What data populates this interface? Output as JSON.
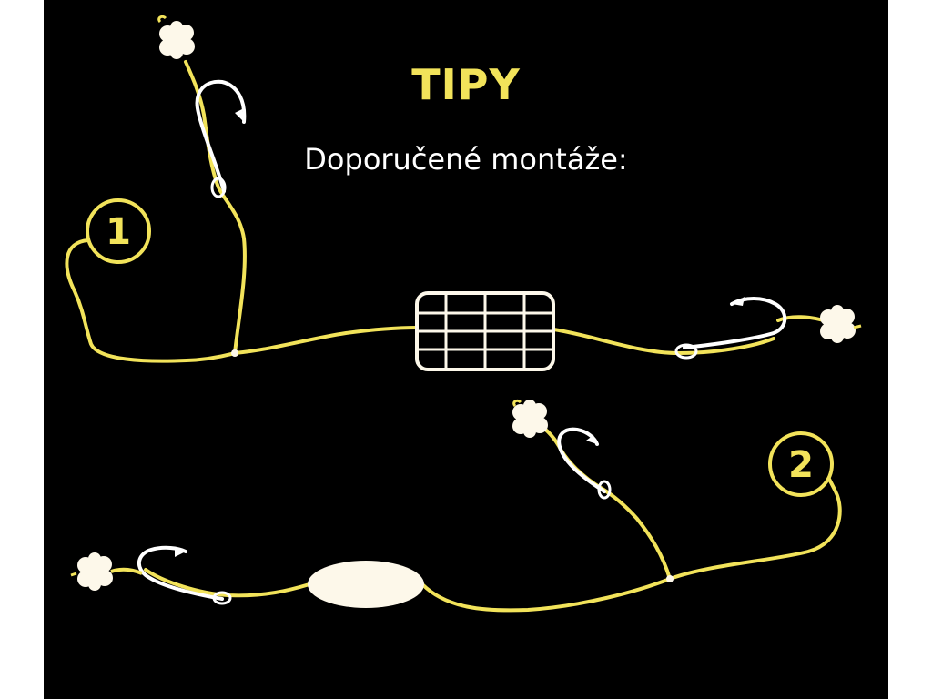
{
  "header": {
    "title": "TIPY",
    "subtitle": "Doporučené montáže:"
  },
  "rigs": [
    {
      "number": "1",
      "feeder": "cage-feeder-icon"
    },
    {
      "number": "2",
      "feeder": "oval-weight-icon"
    }
  ],
  "colors": {
    "background": "#000000",
    "line": "#f2e35a",
    "accent": "#f2e35a",
    "hook": "#ffffff",
    "bait": "#fdf8ea",
    "text": "#ffffff"
  }
}
